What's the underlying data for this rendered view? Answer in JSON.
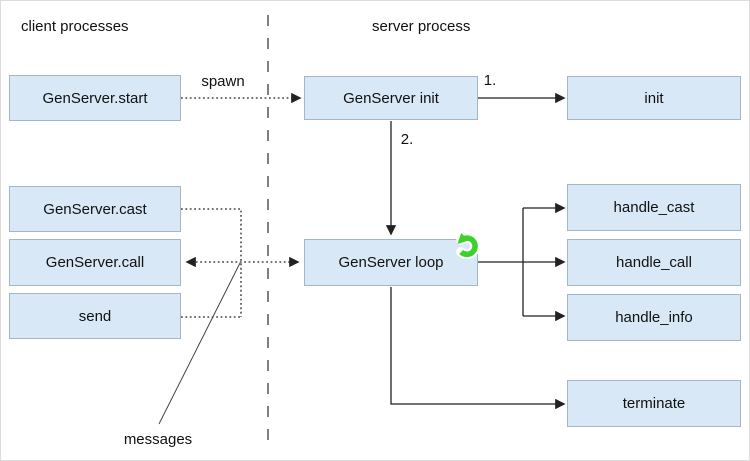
{
  "lanes": {
    "client": "client processes",
    "server": "server process"
  },
  "nodes": {
    "start": "GenServer.start",
    "cast": "GenServer.cast",
    "call": "GenServer.call",
    "send": "send",
    "gs_init": "GenServer init",
    "gs_loop": "GenServer loop",
    "init": "init",
    "handle_cast": "handle_cast",
    "handle_call": "handle_call",
    "handle_info": "handle_info",
    "terminate": "terminate"
  },
  "edge_labels": {
    "spawn": "spawn",
    "step1": "1.",
    "step2": "2.",
    "messages": "messages"
  },
  "icons": {
    "loop_refresh": "refresh-loop-icon"
  },
  "colors": {
    "node_fill": "#d8e8f7",
    "node_border": "#a2b7c7",
    "line": "#222222",
    "divider": "#7f7f7f",
    "loop_green": "#3bd32b"
  }
}
